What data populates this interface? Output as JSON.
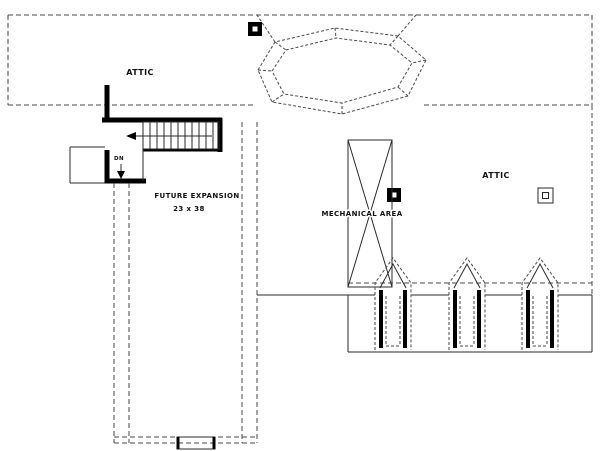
{
  "plan": {
    "labels": {
      "attic_left": "ATTIC",
      "attic_right": "ATTIC",
      "future_expansion_title": "FUTURE EXPANSION",
      "future_expansion_size": "23 x 38",
      "mechanical_area": "MECHANICAL AREA",
      "stairs_down": "DN"
    },
    "colors": {
      "background": "#ffffff",
      "dashed_line": "#474747",
      "solid_line": "#2a2a2a",
      "wall": "#000000"
    },
    "symbols": [
      {
        "name": "roof-access-top",
        "type": "filled-square-with-white-center"
      },
      {
        "name": "roof-access-middle",
        "type": "filled-square-with-white-center"
      },
      {
        "name": "attic-vent-right",
        "type": "open-double-square"
      }
    ]
  }
}
